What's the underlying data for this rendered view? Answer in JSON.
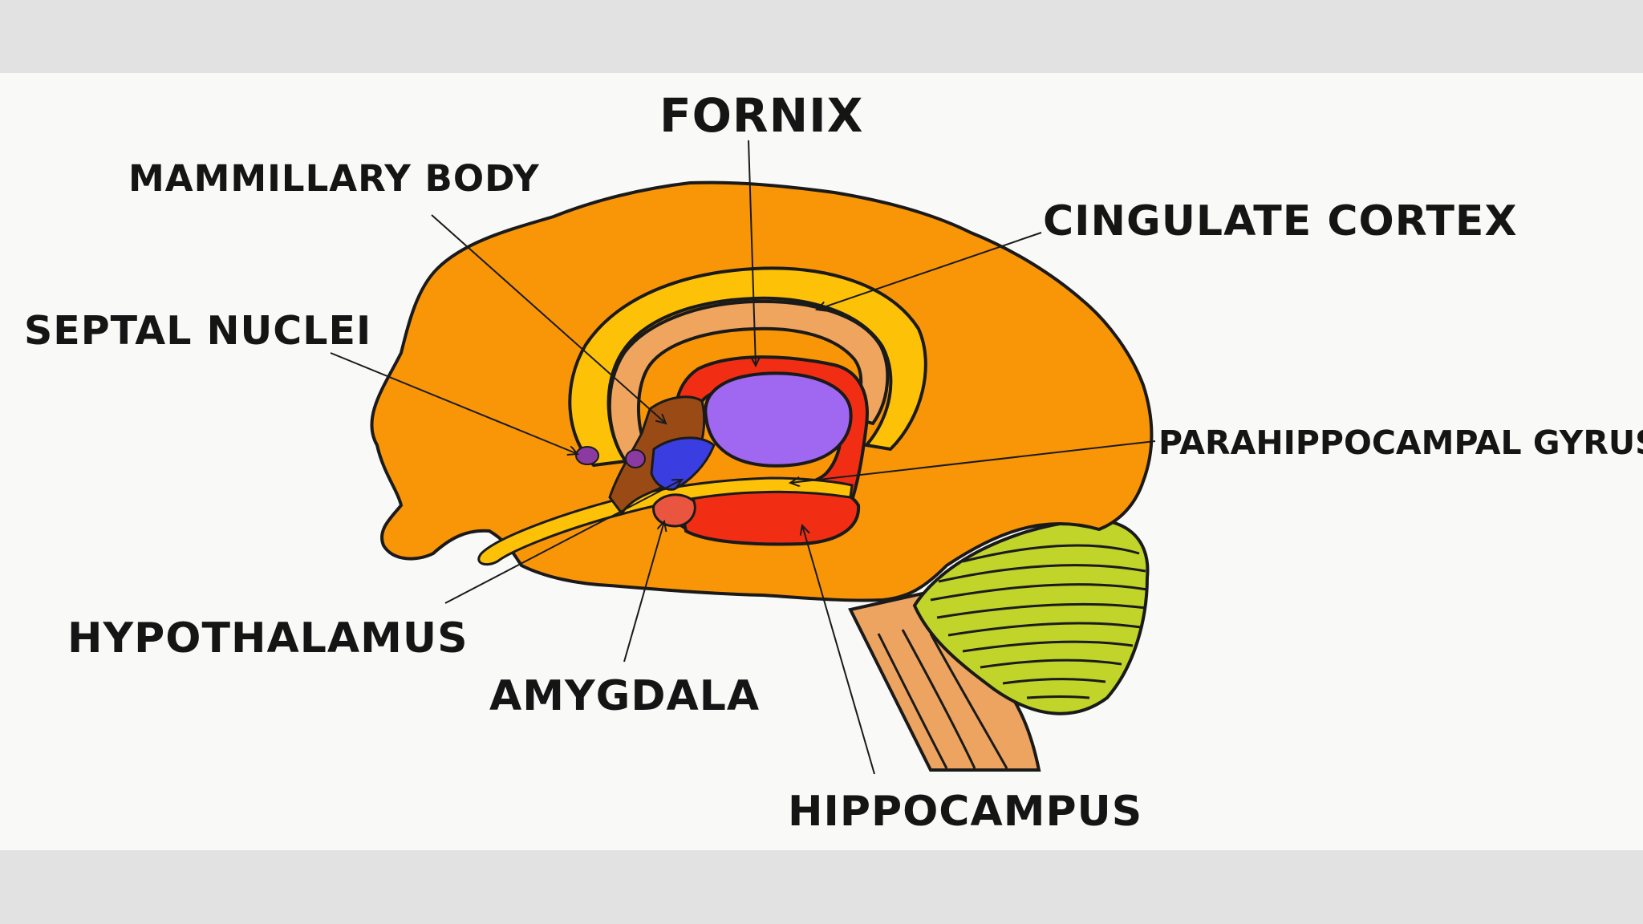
{
  "diagram": {
    "labels": {
      "fornix": "FORNIX",
      "mammillary_body": "MAMMILLARY BODY",
      "cingulate_cortex": "CINGULATE CORTEX",
      "septal_nuclei": "SEPTAL NUCLEI",
      "parahippocampal_gyrus": "PARAHIPPOCAMPAL GYRUS",
      "hypothalamus": "HYPOTHALAMUS",
      "amygdala": "AMYGDALA",
      "hippocampus": "HIPPOCAMPUS"
    },
    "colors": {
      "cortex": "#f99608",
      "cingulate": "#fdc207",
      "corpus_callosum": "#efa55e",
      "fornix": "#f12e14",
      "thalamus": "#a068f0",
      "hypothalamus": "#3a3ee0",
      "mammillary": "#9a4a14",
      "septal": "#8a3aa0",
      "amygdala": "#e9553e",
      "cerebellum": "#c1d42a",
      "brainstem": "#eda460",
      "outline": "#1a1a1a",
      "background": "#f9f9f8",
      "letterbox": "#e2e2e2"
    }
  }
}
